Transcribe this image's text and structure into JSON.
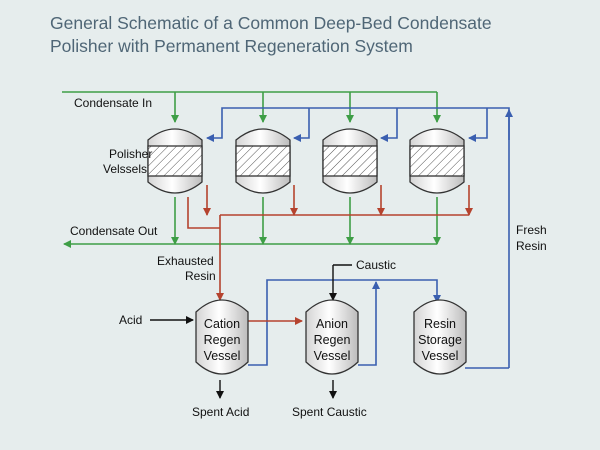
{
  "title": {
    "line1": "General Schematic of a Common Deep-Bed Condensate",
    "line2": "Polisher with Permanent Regeneration System"
  },
  "labels": {
    "condensate_in": "Condensate In",
    "condensate_out": "Condensate Out",
    "polisher_vessels_line1": "Polisher",
    "polisher_vessels_line2": "Velssels",
    "exhausted_resin_line1": "Exhausted",
    "exhausted_resin_line2": "Resin",
    "fresh_resin_line1": "Fresh",
    "fresh_resin_line2": "Resin",
    "caustic": "Caustic",
    "acid": "Acid",
    "spent_acid": "Spent Acid",
    "spent_caustic": "Spent Caustic"
  },
  "vessels": {
    "cation": [
      "Cation",
      "Regen",
      "Vessel"
    ],
    "anion": [
      "Anion",
      "Regen",
      "Vessel"
    ],
    "storage": [
      "Resin",
      "Storage",
      "Vessel"
    ]
  },
  "colors": {
    "condensate_flow": "#3e9e46",
    "regen_flow": "#3a5fb0",
    "resin_flow": "#b5432e",
    "arrow": "#111111",
    "vessel_fill": "#ffffff",
    "title_text": "#4f6676"
  }
}
